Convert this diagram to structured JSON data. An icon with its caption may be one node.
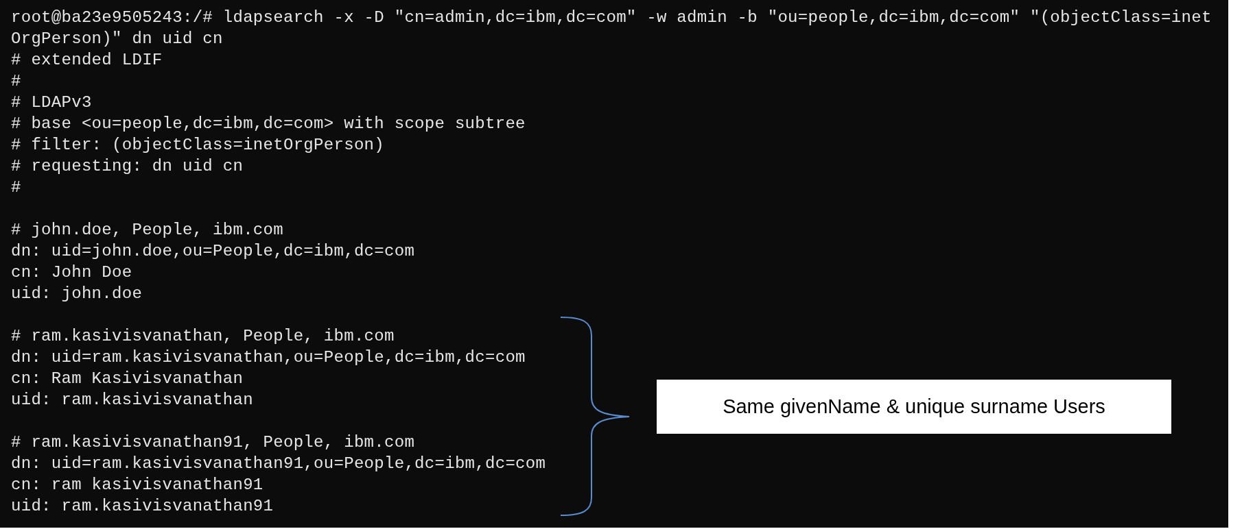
{
  "diagram": {
    "nodes": [
      {
        "text": [
          "Same givenName & unique surname Users"
        ]
      }
    ],
    "labels": [
      "root@ba23e9505243:/# ldapsearch -x -D \"cn=admin,dc=ibm,dc=com\" -w admin -b \"ou=people,dc=ibm,dc=com\" \"(objectClass=inetOrgPerson)\" dn uid cn",
      "# extended LDIF",
      "#",
      "# LDAPv3",
      "# base <ou=people,dc=ibm,dc=com> with scope subtree",
      "# filter: (objectClass=inetOrgPerson)",
      "# requesting: dn uid cn",
      "#",
      "# john.doe, People, ibm.com",
      "dn: uid=john.doe,ou=People,dc=ibm,dc=com",
      "cn: John Doe",
      "uid: john.doe",
      "# ram.kasivisvanathan, People, ibm.com",
      "dn: uid=ram.kasivisvanathan,ou=People,dc=ibm,dc=com",
      "cn: Ram Kasivisvanathan",
      "uid: ram.kasivisvanathan",
      "# ram.kasivisvanathan91, People, ibm.com",
      "dn: uid=ram.kasivisvanathan91,ou=People,dc=ibm,dc=com",
      "cn: ram kasivisvanathan91",
      "uid: ram.kasivisvanathan91"
    ]
  }
}
